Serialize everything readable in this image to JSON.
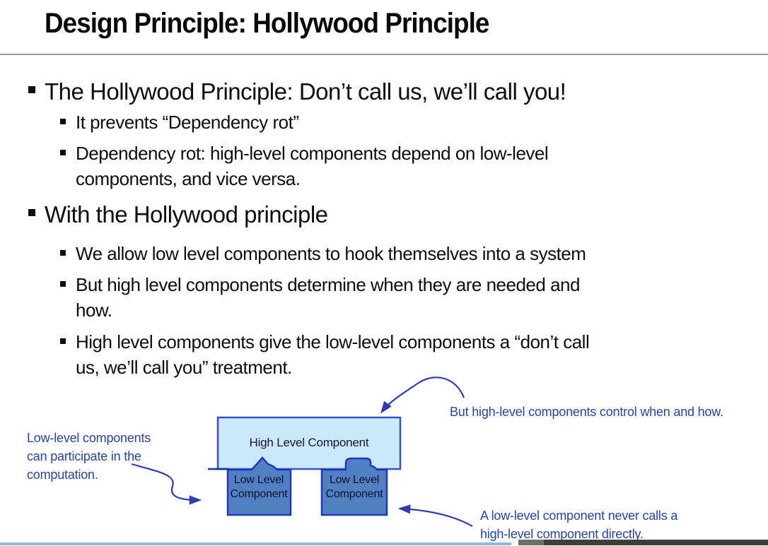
{
  "slide": {
    "title": "Design Principle: Hollywood Principle",
    "bullets": [
      {
        "level": 1,
        "text": "The Hollywood Principle: Don’t call us, we’ll call you!"
      },
      {
        "level": 2,
        "text": "It prevents “Dependency rot”"
      },
      {
        "level": 2,
        "text": "Dependency rot: high-level components depend on low-level"
      },
      {
        "level": 2,
        "continuation": true,
        "text": "components, and vice versa."
      },
      {
        "level": 1,
        "text": "With the Hollywood principle"
      },
      {
        "level": 2,
        "text": "We allow low level components to hook themselves into a system"
      },
      {
        "level": 2,
        "text": "But high level components determine when they are needed and"
      },
      {
        "level": 2,
        "continuation": true,
        "text": "how."
      },
      {
        "level": 2,
        "text": "High level components give the low-level components a “don’t call"
      },
      {
        "level": 2,
        "continuation": true,
        "text": "us, we’ll call you” treatment."
      }
    ]
  },
  "diagram": {
    "high_component": {
      "label": "High Level Component"
    },
    "low_component_left": {
      "label": "Low Level Component"
    },
    "low_component_right": {
      "label": "Low Level Component"
    },
    "annotations": {
      "left": {
        "line1": "Low-level components",
        "line2": "can participate in the",
        "line3": "computation."
      },
      "top_right": {
        "text": "But high-level components control when and how."
      },
      "bottom_right": {
        "line1": "A low-level component never calls a",
        "line2": "high-level component directly."
      }
    },
    "colors": {
      "high_fill": "#cbe9fa",
      "high_border": "#3a50c8",
      "low_fill": "#5080c2",
      "low_border": "#2038c0",
      "arrow": "#2f3db5",
      "annotation_text": "#2644aa"
    }
  },
  "footer": {
    "progress_color": "#8fbcdc",
    "edge_color": "#3e3e3c"
  }
}
